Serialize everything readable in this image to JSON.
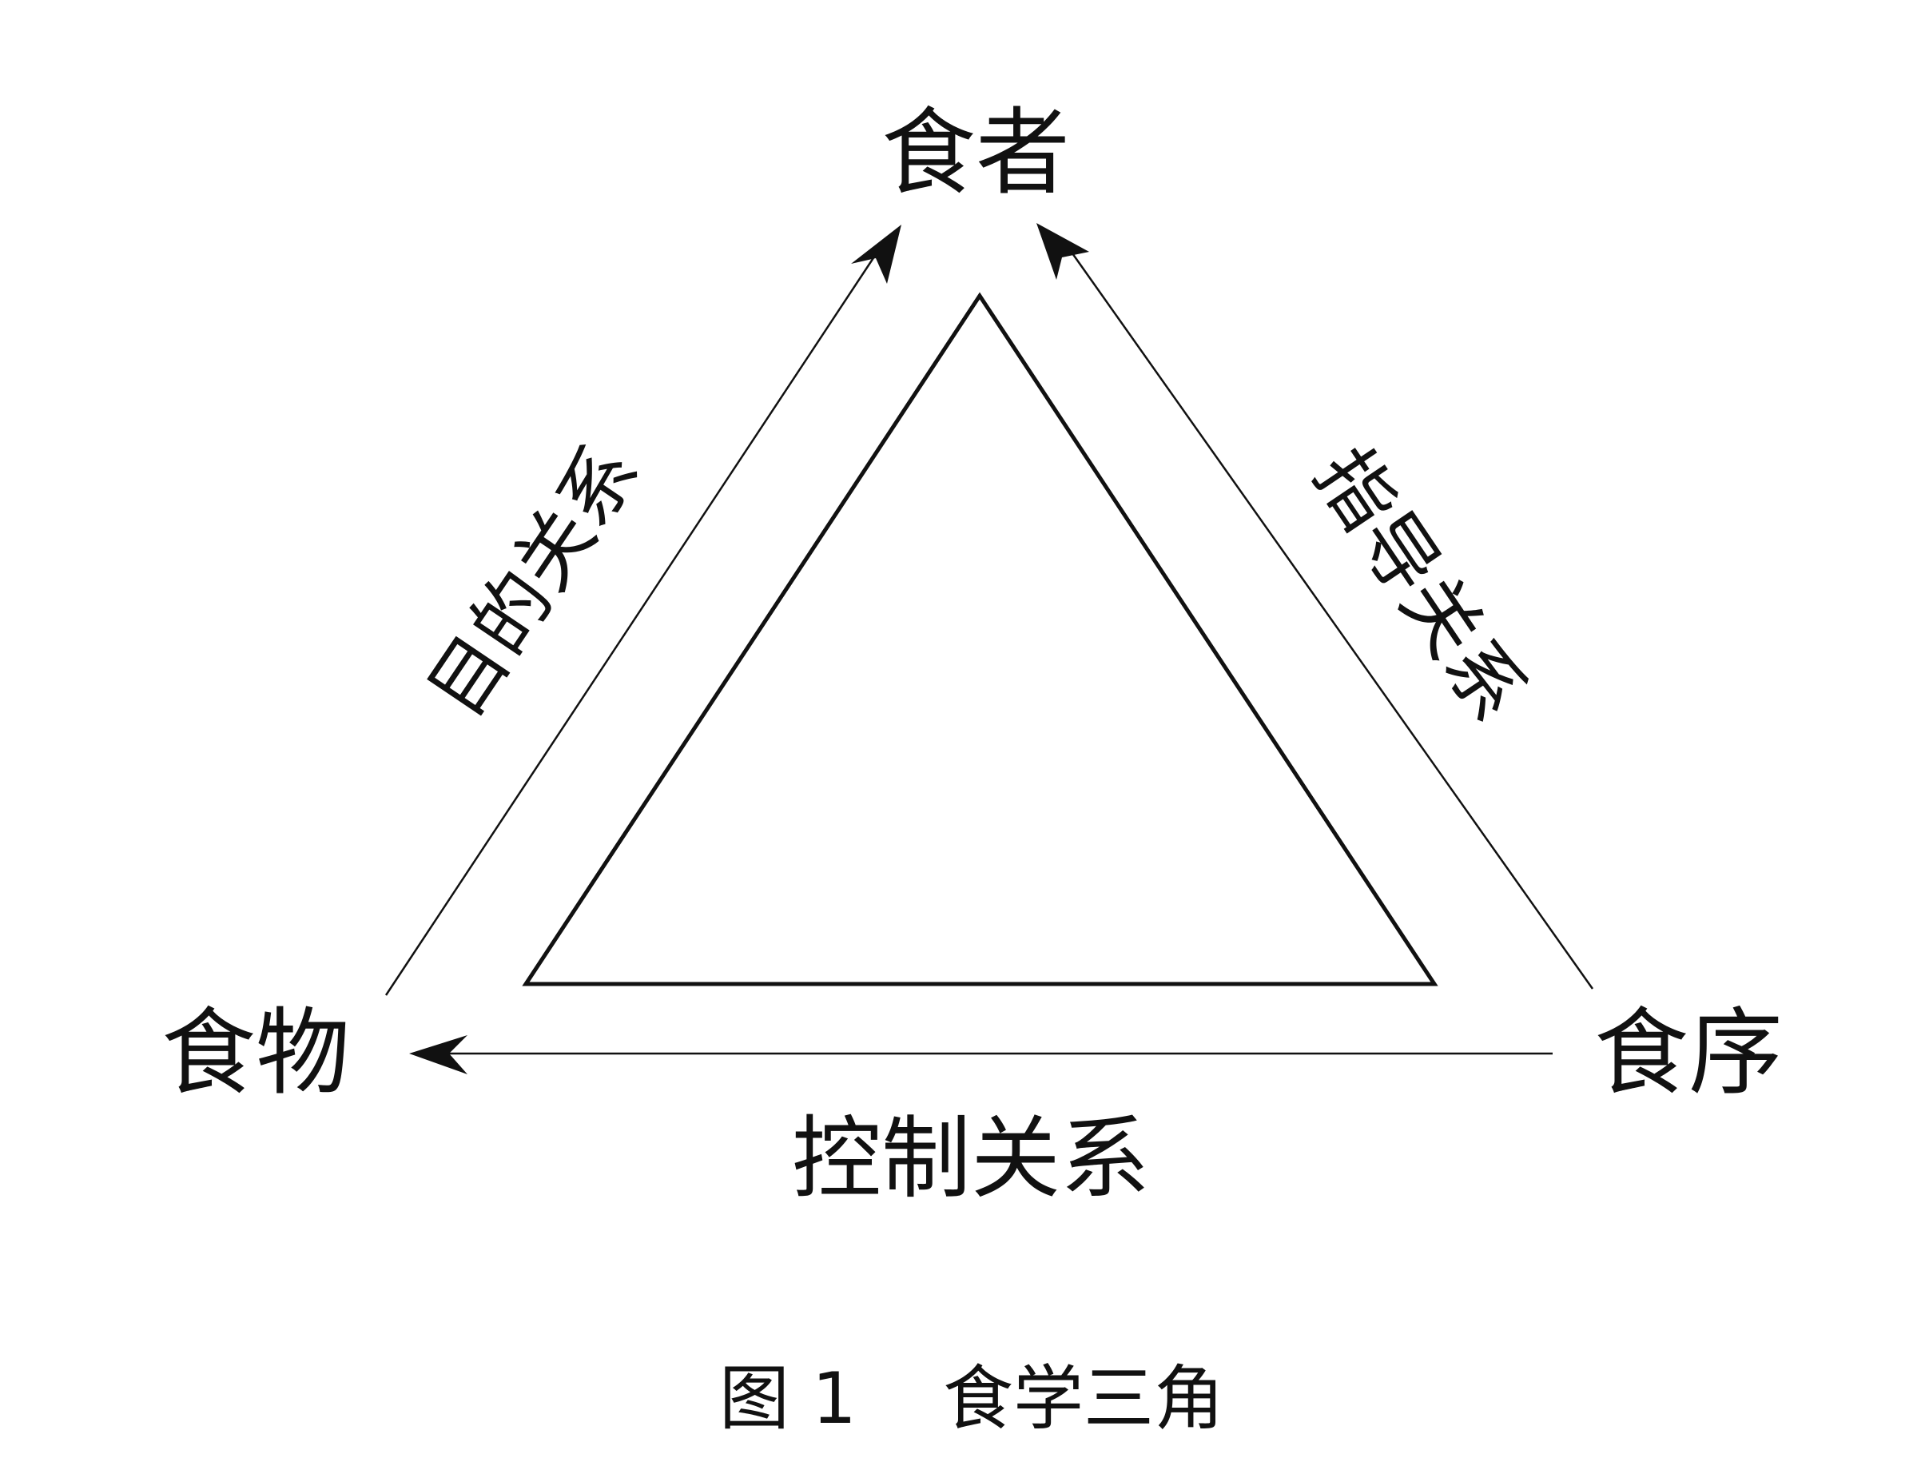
{
  "nodes": {
    "top": "食者",
    "left": "食物",
    "right": "食序"
  },
  "edges": {
    "left_edge": "目的关系",
    "right_edge": "指导关系",
    "bottom_edge": "控制关系"
  },
  "caption": {
    "figure_number": "图 1",
    "title": "食学三角"
  },
  "colors": {
    "ink": "#111111"
  }
}
